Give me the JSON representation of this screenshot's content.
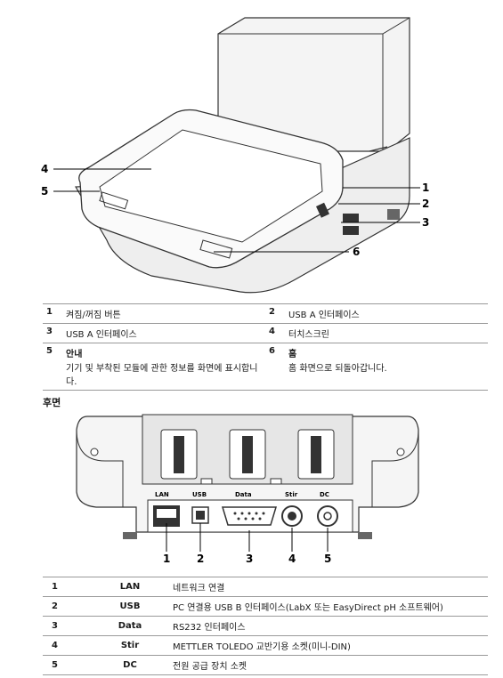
{
  "front": {
    "callouts": [
      "4",
      "5",
      "1",
      "2",
      "3",
      "6"
    ]
  },
  "front_table": [
    {
      "num": "1",
      "text": "켜짐/꺼짐 버튼",
      "num2": "2",
      "text2": "USB A 인터페이스"
    },
    {
      "num": "3",
      "text": "USB A 인터페이스",
      "num2": "4",
      "text2": "터치스크린"
    },
    {
      "num": "5",
      "text": "안내",
      "sub": "기기 및 부착된 모듈에 관한 정보를 화면에 표시합니다.",
      "num2": "6",
      "text2": "홈",
      "sub2": "홈 화면으로 되돌아갑니다."
    }
  ],
  "rear_title": "후면",
  "rear": {
    "port_labels": [
      "LAN",
      "USB",
      "Data",
      "Stir",
      "DC"
    ],
    "callouts": [
      "1",
      "2",
      "3",
      "4",
      "5"
    ]
  },
  "rear_table": [
    {
      "num": "1",
      "key": "LAN",
      "desc": "네트워크 연결"
    },
    {
      "num": "2",
      "key": "USB",
      "desc": "PC 연결용 USB B 인터페이스(LabX 또는 EasyDirect pH 소프트웨어)"
    },
    {
      "num": "3",
      "key": "Data",
      "desc": "RS232 인터페이스"
    },
    {
      "num": "4",
      "key": "Stir",
      "desc": "METTLER TOLEDO 교반기용 소켓(미니-DIN)"
    },
    {
      "num": "5",
      "key": "DC",
      "desc": "전원 공급 장치 소켓"
    }
  ]
}
